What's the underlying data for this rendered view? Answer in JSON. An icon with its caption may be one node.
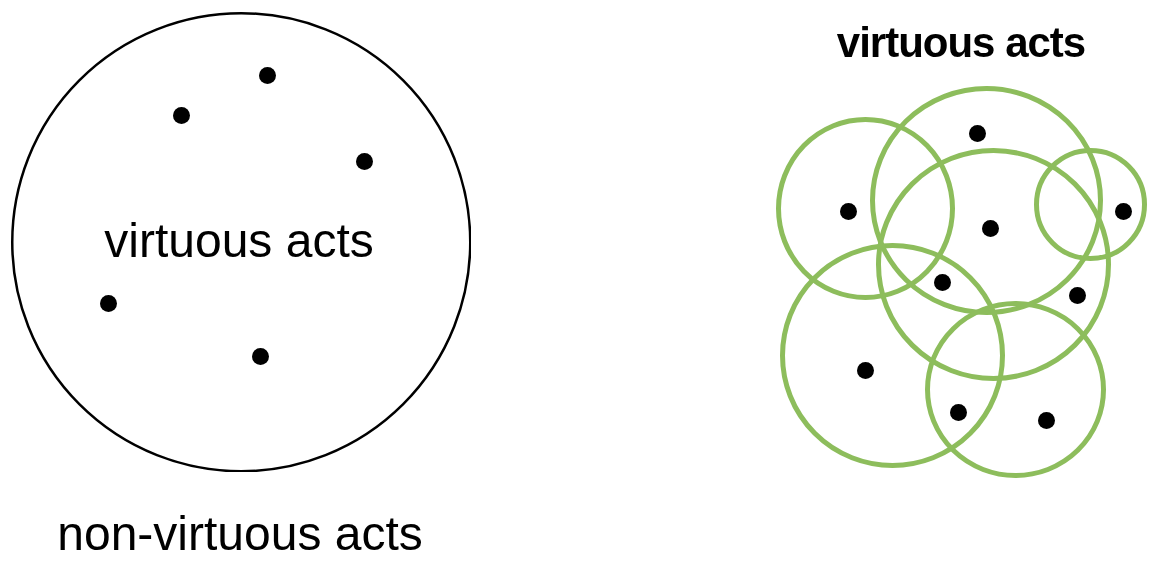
{
  "diagram": {
    "nodes": [
      {
        "text": [
          "virtuous acts"
        ]
      },
      {
        "text": [],
        "shape": "circle"
      },
      {
        "text": [],
        "shape": "circle"
      },
      {
        "text": [],
        "shape": "circle"
      },
      {
        "text": [],
        "shape": "circle"
      },
      {
        "text": [],
        "shape": "circle"
      },
      {
        "text": [],
        "shape": "circle"
      }
    ],
    "labels": [
      "virtuous acts",
      "non-virtuous acts"
    ]
  }
}
